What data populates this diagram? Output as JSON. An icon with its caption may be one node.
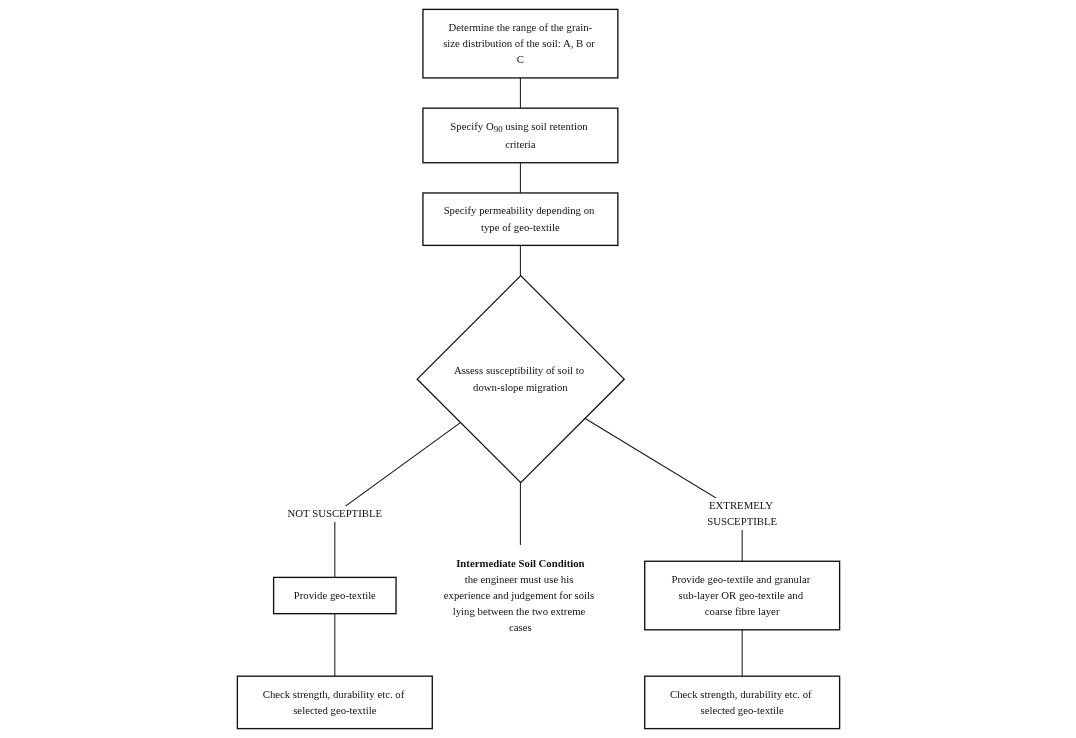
{
  "diagram": {
    "nodes": [
      {
        "text": [
          "Determine the range of the grain-size distribution of the soil: A, B or C"
        ]
      },
      {
        "text": [
          "Specify O$_{90}$ using soil retention criteria"
        ]
      },
      {
        "text": [
          "Specify permeability depending on type of geo-textile"
        ]
      },
      {
        "text": [
          "Assess susceptibility of soil to down-slope migration"
        ]
      },
      {
        "text": [
          "Provide geo-textile"
        ]
      },
      {
        "text": [
          "Intermediate Soil Condition",
          "the engineer must use his experience and judgement for soils lying between the two extreme cases"
        ]
      },
      {
        "text": [
          "Provide geo-textile and granular sub-layer OR geo-textile and coarse fibre layer"
        ]
      },
      {
        "text": [
          "Check strength, durability etc. of selected geo-textile"
        ]
      },
      {
        "text": [
          "Check strength, durability etc. of selected geo-textile"
        ]
      }
    ],
    "edges": [
      {
        "from": 0,
        "to": 1,
        "arrow": "none"
      },
      {
        "from": 1,
        "to": 2,
        "arrow": "none"
      },
      {
        "from": 2,
        "to": 3,
        "arrow": "none"
      },
      {
        "from": 3,
        "to": 4,
        "arrow": "none",
        "label": "NOT SUSCEPTIBLE"
      },
      {
        "from": 3,
        "to": 5,
        "arrow": "none"
      },
      {
        "from": 3,
        "to": 6,
        "arrow": "none",
        "label": "EXTREMELY SUSCEPTIBLE"
      },
      {
        "from": 4,
        "to": 7,
        "arrow": "none"
      },
      {
        "from": 6,
        "to": 8,
        "arrow": "none"
      }
    ]
  }
}
